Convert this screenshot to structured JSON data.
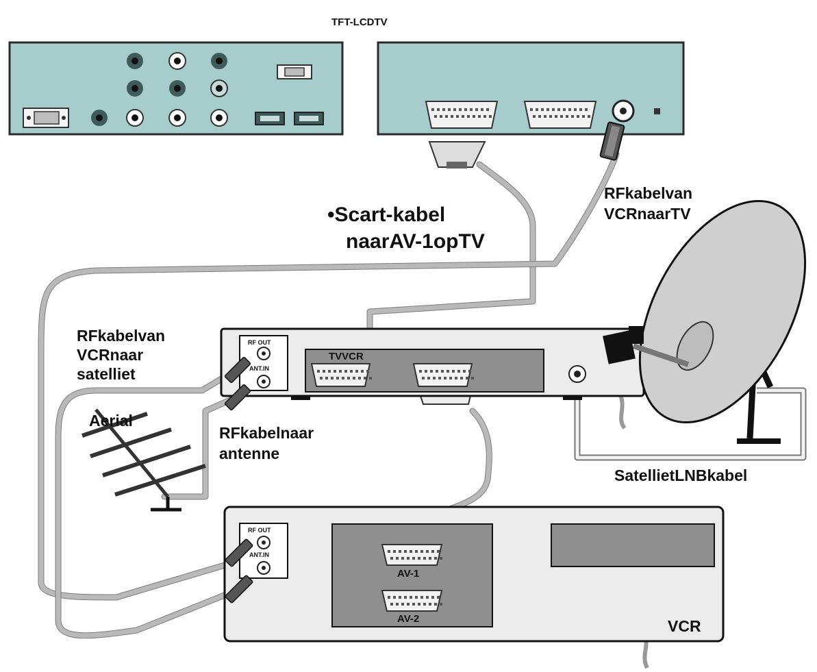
{
  "title": "TFT-LCDTV",
  "labels": {
    "scart_cable": "•Scart-kabel",
    "scart_cable_2": "naarAV-1opTV",
    "rf_vcr_tv_1": "RFkabelvan",
    "rf_vcr_tv_2": "VCRnaarTV",
    "rf_vcr_sat_1": "RFkabelvan",
    "rf_vcr_sat_2": "VCRnaar",
    "rf_vcr_sat_3": "satelliet",
    "aerial": "Aerial",
    "rf_antenna_1": "RFkabelnaar",
    "rf_antenna_2": "antenne",
    "lnb_cable": "SatellietLNBkabel",
    "vcr": "VCR"
  },
  "satellite_receiver": {
    "rf_out": "RF OUT",
    "ant_in": "ANT.IN",
    "tvvcr": "TVVCR"
  },
  "vcr_panel": {
    "rf_out": "RF OUT",
    "ant_in": "ANT.IN",
    "av1": "AV-1",
    "av2": "AV-2"
  },
  "colors": {
    "tv_panel": "#a6cccc",
    "cable": "#b9b9b9",
    "device": "#ececec",
    "inset": "#8f8f8f"
  }
}
